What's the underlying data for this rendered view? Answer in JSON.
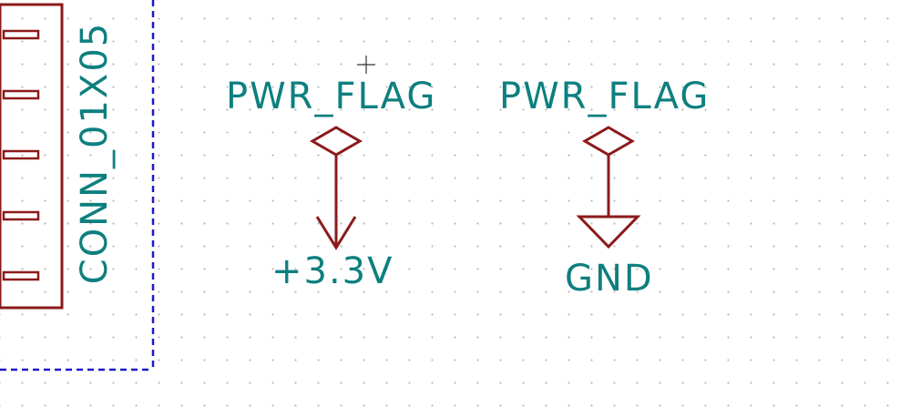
{
  "schematic": {
    "connector": {
      "value": "CONN_01X05",
      "pin_count": 5
    },
    "pwr_flag_1": {
      "label": "PWR_FLAG"
    },
    "pwr_flag_2": {
      "label": "PWR_FLAG"
    },
    "power_33v": {
      "label": "+3.3V"
    },
    "ground": {
      "label": "GND"
    }
  },
  "colors": {
    "symbol": "#8b1a1a",
    "text": "#0e7f7f",
    "sheet_border": "#1a1acc",
    "grid": "#b9b9b9",
    "background": "#ffffff"
  }
}
